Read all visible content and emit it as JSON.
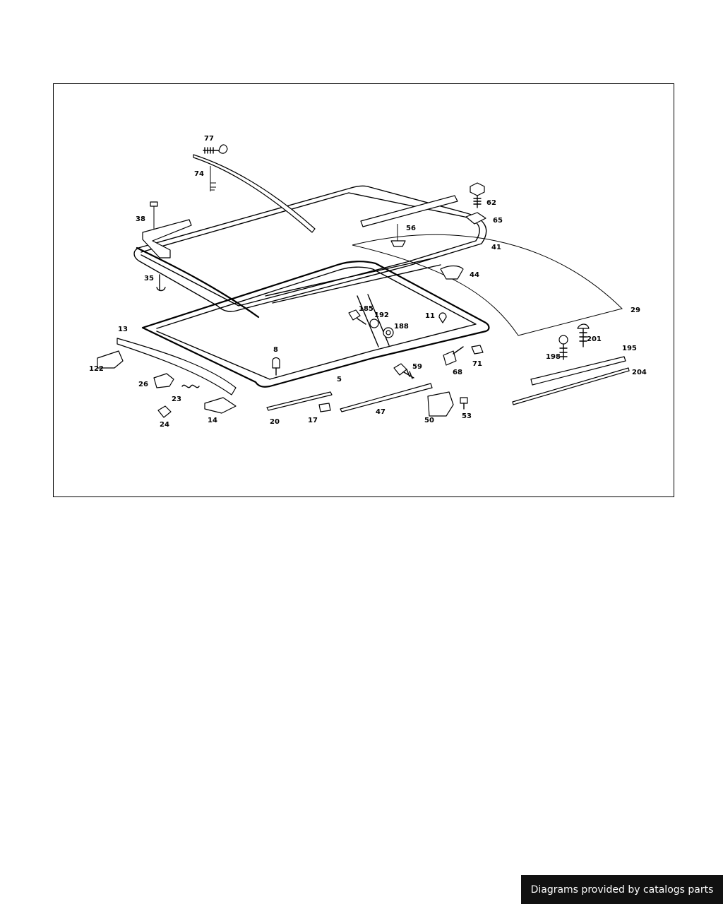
{
  "diagram": {
    "part_labels": [
      {
        "id": "77",
        "text": "77"
      },
      {
        "id": "74",
        "text": "74"
      },
      {
        "id": "38",
        "text": "38"
      },
      {
        "id": "35",
        "text": "35"
      },
      {
        "id": "62",
        "text": "62"
      },
      {
        "id": "65",
        "text": "65"
      },
      {
        "id": "56",
        "text": "56"
      },
      {
        "id": "41",
        "text": "41"
      },
      {
        "id": "44",
        "text": "44"
      },
      {
        "id": "29",
        "text": "29"
      },
      {
        "id": "185",
        "text": "185"
      },
      {
        "id": "192",
        "text": "192"
      },
      {
        "id": "188",
        "text": "188"
      },
      {
        "id": "11",
        "text": "11"
      },
      {
        "id": "13",
        "text": "13"
      },
      {
        "id": "8",
        "text": "8"
      },
      {
        "id": "122",
        "text": "122"
      },
      {
        "id": "26",
        "text": "26"
      },
      {
        "id": "23",
        "text": "23"
      },
      {
        "id": "24",
        "text": "24"
      },
      {
        "id": "14",
        "text": "14"
      },
      {
        "id": "5",
        "text": "5"
      },
      {
        "id": "20",
        "text": "20"
      },
      {
        "id": "17",
        "text": "17"
      },
      {
        "id": "59",
        "text": "59"
      },
      {
        "id": "47",
        "text": "47"
      },
      {
        "id": "68",
        "text": "68"
      },
      {
        "id": "71",
        "text": "71"
      },
      {
        "id": "50",
        "text": "50"
      },
      {
        "id": "53",
        "text": "53"
      },
      {
        "id": "198",
        "text": "198"
      },
      {
        "id": "201",
        "text": "201"
      },
      {
        "id": "195",
        "text": "195"
      },
      {
        "id": "204",
        "text": "204"
      }
    ]
  },
  "footer": {
    "credit": "Diagrams provided by catalogs parts",
    "background_color": "#111111",
    "text_color": "#ffffff"
  }
}
